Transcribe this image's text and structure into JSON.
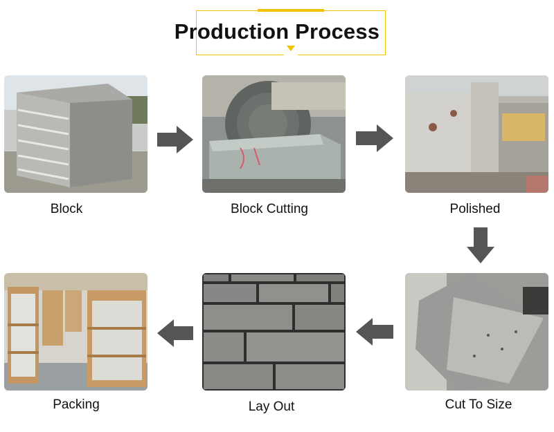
{
  "header": {
    "title": "Production Process"
  },
  "steps": [
    {
      "label": "Block"
    },
    {
      "label": "Block Cutting"
    },
    {
      "label": "Polished"
    },
    {
      "label": "Cut To Size"
    },
    {
      "label": "Lay Out"
    },
    {
      "label": "Packing"
    }
  ],
  "colors": {
    "accent": "#f2c200",
    "arrow": "#555555",
    "text": "#111111"
  }
}
